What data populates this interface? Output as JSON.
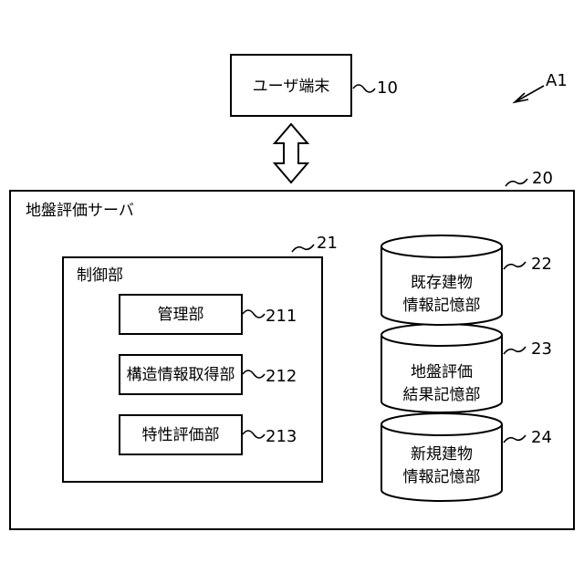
{
  "figure_ref": "A1",
  "user_terminal": {
    "label": "ユーザ端末",
    "ref": "10"
  },
  "server": {
    "label": "地盤評価サーバ",
    "ref": "20",
    "controller": {
      "label": "制御部",
      "ref": "21",
      "units": [
        {
          "label": "管理部",
          "ref": "211"
        },
        {
          "label": "構造情報取得部",
          "ref": "212"
        },
        {
          "label": "特性評価部",
          "ref": "213"
        }
      ]
    },
    "storages": [
      {
        "line1": "既存建物",
        "line2": "情報記憶部",
        "ref": "22"
      },
      {
        "line1": "地盤評価",
        "line2": "結果記憶部",
        "ref": "23"
      },
      {
        "line1": "新規建物",
        "line2": "情報記憶部",
        "ref": "24"
      }
    ]
  },
  "colors": {
    "stroke": "#000000",
    "background": "#ffffff"
  }
}
